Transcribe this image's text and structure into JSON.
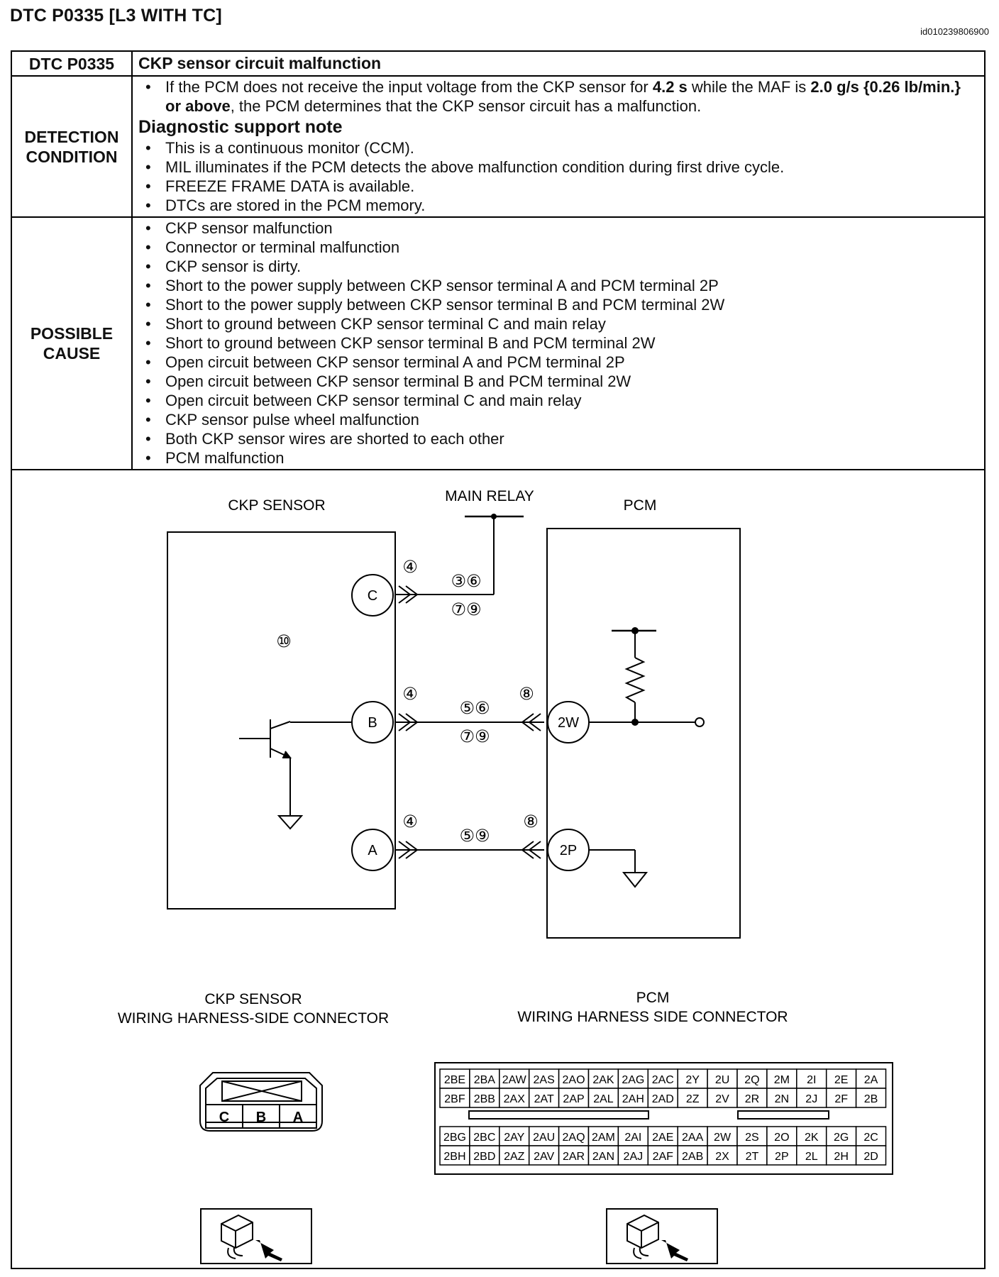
{
  "page": {
    "title": "DTC P0335 [L3 WITH TC]",
    "doc_id": "id010239806900"
  },
  "table": {
    "header": {
      "label": "DTC P0335",
      "value": "CKP sensor circuit malfunction"
    },
    "detection": {
      "label_line1": "DETECTION",
      "label_line2": "CONDITION",
      "main_text_a": "If the PCM does not receive the input voltage from the CKP sensor for ",
      "main_bold_a": "4.2 s",
      "main_text_b": " while the MAF is ",
      "main_bold_b": "2.0 g/s {0.26 lb/min.} or above",
      "main_text_c": ", the PCM determines that the CKP sensor circuit has a malfunction.",
      "support_heading": "Diagnostic support note",
      "support_items": [
        "This is a continuous monitor (CCM).",
        "MIL illuminates if the PCM detects the above malfunction condition during first drive cycle.",
        "FREEZE FRAME DATA is available.",
        "DTCs are stored in the PCM memory."
      ]
    },
    "cause": {
      "label_line1": "POSSIBLE",
      "label_line2": "CAUSE",
      "items": [
        "CKP sensor malfunction",
        "Connector or terminal malfunction",
        "CKP sensor is dirty.",
        "Short to the power supply between CKP sensor terminal A and PCM terminal 2P",
        "Short to the power supply between CKP sensor terminal B and PCM terminal 2W",
        "Short to ground between CKP sensor terminal C and main relay",
        "Short to ground between CKP sensor terminal B and PCM terminal 2W",
        "Open circuit between CKP sensor terminal A and PCM terminal 2P",
        "Open circuit between CKP sensor terminal B and PCM terminal 2W",
        "Open circuit between CKP sensor terminal C and main relay",
        "CKP sensor pulse wheel malfunction",
        "Both CKP sensor wires are shorted to each other",
        "PCM malfunction"
      ]
    }
  },
  "diagram": {
    "ckp_sensor_label": "CKP SENSOR",
    "main_relay_label": "MAIN RELAY",
    "pcm_label": "PCM",
    "terminals": {
      "c": "C",
      "b": "B",
      "a": "A",
      "w2": "2W",
      "p2": "2P"
    },
    "callouts": {
      "c_conn": "④",
      "c_top": "③⑥",
      "c_bot": "⑦⑨",
      "sensor": "⑩",
      "b_conn": "④",
      "b_top": "⑤⑥",
      "b_bot": "⑦⑨",
      "b_pcm": "⑧",
      "a_conn": "④",
      "a_mid": "⑤⑨",
      "a_pcm": "⑧"
    }
  },
  "connectors": {
    "ckp_title_line1": "CKP SENSOR",
    "ckp_title_line2": "WIRING HARNESS-SIDE CONNECTOR",
    "ckp_pins": [
      "C",
      "B",
      "A"
    ],
    "pcm_title_line1": "PCM",
    "pcm_title_line2": "WIRING HARNESS SIDE CONNECTOR",
    "pcm_rows": [
      [
        "2BE",
        "2BA",
        "2AW",
        "2AS",
        "2AO",
        "2AK",
        "2AG",
        "2AC",
        "2Y",
        "2U",
        "2Q",
        "2M",
        "2I",
        "2E",
        "2A"
      ],
      [
        "2BF",
        "2BB",
        "2AX",
        "2AT",
        "2AP",
        "2AL",
        "2AH",
        "2AD",
        "2Z",
        "2V",
        "2R",
        "2N",
        "2J",
        "2F",
        "2B"
      ],
      [
        "2BG",
        "2BC",
        "2AY",
        "2AU",
        "2AQ",
        "2AM",
        "2AI",
        "2AE",
        "2AA",
        "2W",
        "2S",
        "2O",
        "2K",
        "2G",
        "2C"
      ],
      [
        "2BH",
        "2BD",
        "2AZ",
        "2AV",
        "2AR",
        "2AN",
        "2AJ",
        "2AF",
        "2AB",
        "2X",
        "2T",
        "2P",
        "2L",
        "2H",
        "2D"
      ]
    ]
  }
}
